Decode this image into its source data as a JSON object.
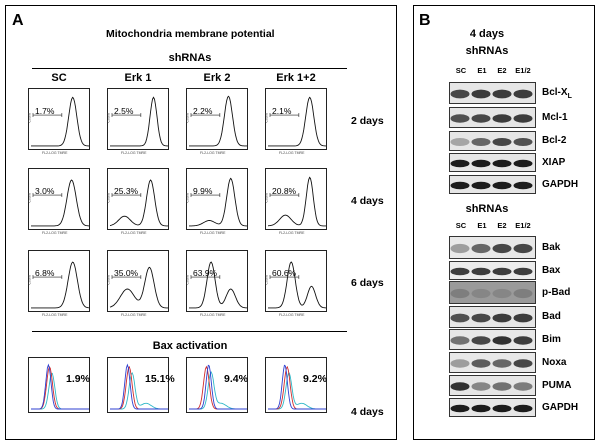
{
  "panel_a": {
    "letter": "A",
    "title": "Mitochondria membrane potential",
    "shrnas_label": "shRNAs",
    "columns": [
      "SC",
      "Erk 1",
      "Erk 2",
      "Erk 1+2"
    ],
    "rows": [
      {
        "day": "2 days",
        "values": [
          "1.7%",
          "2.5%",
          "2.2%",
          "2.1%"
        ]
      },
      {
        "day": "4 days",
        "values": [
          "3.0%",
          "25.3%",
          "9.9%",
          "20.8%"
        ]
      },
      {
        "day": "6 days",
        "values": [
          "6.8%",
          "35.0%",
          "63.9%",
          "60.6%"
        ]
      }
    ],
    "bax_title": "Bax activation",
    "bax_day": "4 days",
    "bax_values": [
      "1.9%",
      "15.1%",
      "9.4%",
      "9.2%"
    ],
    "axis_x_label": "FL2-LOG TMRE",
    "axis_y_label": "Count"
  },
  "panel_b": {
    "letter": "B",
    "days_label": "4 days",
    "shrnas_label": "shRNAs",
    "lanes": [
      "SC",
      "E1",
      "E2",
      "E1/2"
    ],
    "group1": [
      "Bcl-X",
      "Mcl-1",
      "Bcl-2",
      "XIAP",
      "GAPDH"
    ],
    "bclx_sub": "L",
    "group2": [
      "Bak",
      "Bax",
      "p-Bad",
      "Bad",
      "Bim",
      "Noxa",
      "PUMA",
      "GAPDH"
    ]
  },
  "colors": {
    "red": "#d12b2b",
    "blue": "#2c3fd0",
    "cyan": "#2fb8c8"
  }
}
